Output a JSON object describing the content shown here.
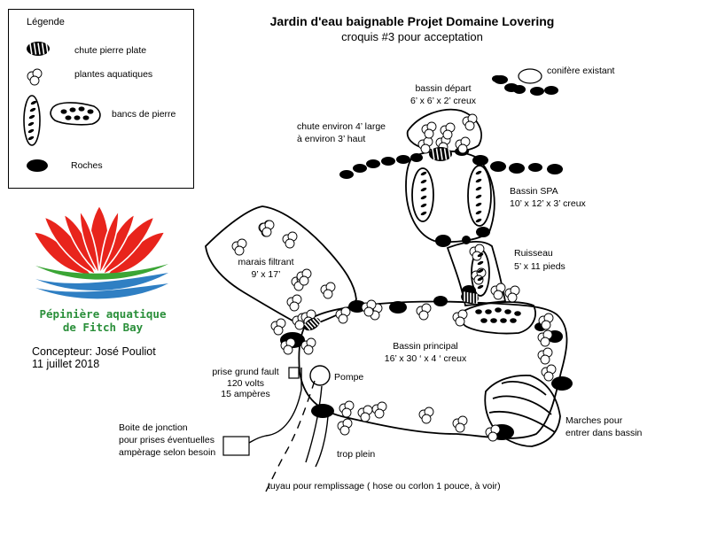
{
  "title": "Jardin d'eau baignable Projet Domaine Lovering",
  "subtitle": "croquis #3 pour acceptation",
  "legend": {
    "title": "Légende",
    "items": [
      {
        "label": "chute pierre plate",
        "icon": "flat-stone-waterfall-icon"
      },
      {
        "label": "plantes aquatiques",
        "icon": "aquatic-plants-icon"
      },
      {
        "label": "bancs de pierre",
        "icon": "stone-bench-icon"
      },
      {
        "label": "Roches",
        "icon": "rock-icon"
      }
    ]
  },
  "logo": {
    "line1": "Pépinière aquatique",
    "line2": "de Fitch Bay",
    "colors": {
      "lotus": "#e8241c",
      "wave_green": "#3aa535",
      "wave_blue": "#2f7fc3",
      "text": "#2a8f3a"
    }
  },
  "designer": {
    "line1": "Concepteur: José Pouliot",
    "line2": "11 juillet 2018"
  },
  "labels": {
    "conifere": "conifère existant",
    "bassin_depart": {
      "name": "bassin départ",
      "dims": "6’ x 6’ x 2’ creux"
    },
    "chute": {
      "line1": "chute environ 4’ large",
      "line2": "à environ 3’ haut"
    },
    "spa": {
      "name": "Bassin SPA",
      "dims": "10’ x 12’ x 3’ creux"
    },
    "ruisseau": {
      "name": "Ruisseau",
      "dims": "5’ x 11 pieds"
    },
    "marais": {
      "name": "marais filtrant",
      "dims": "9’ x 17’"
    },
    "principal": {
      "name": "Bassin principal",
      "dims": "16’ x 30 ‘ x 4 ‘ creux"
    },
    "pompe": "Pompe",
    "prise": {
      "line1": "prise grund fault",
      "line2": "120 volts",
      "line3": "15 ampères"
    },
    "boite": {
      "line1": "Boite de jonction",
      "line2": "pour prises éventuelles",
      "line3": "ampèrage selon besoin"
    },
    "trop_plein": "trop plein",
    "marches": {
      "line1": "Marches pour",
      "line2": "entrer dans bassin"
    },
    "tuyau": "tuyau pour remplissage ( hose ou corlon 1 pouce, à voir)"
  }
}
